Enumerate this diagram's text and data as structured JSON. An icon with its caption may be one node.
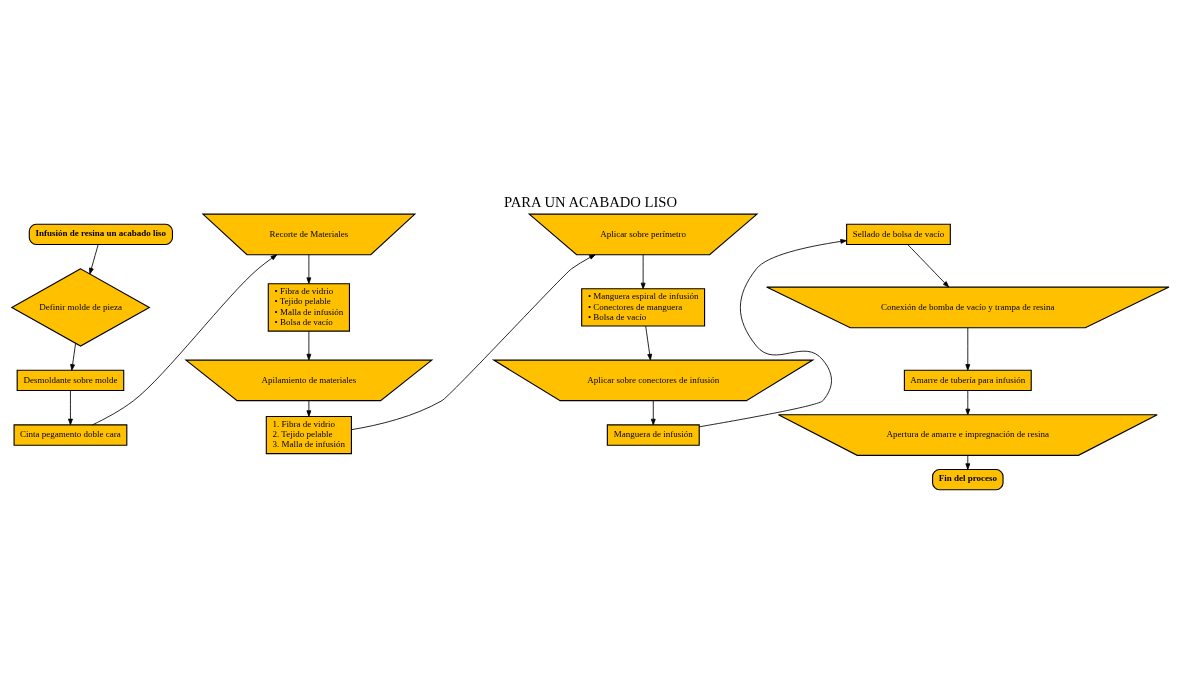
{
  "diagram": {
    "title": "PARA UN ACABADO LISO",
    "nodes": [
      {
        "text": [
          "Infusión de resina un acabado liso"
        ]
      },
      {
        "text": [
          "Definir molde de pieza"
        ]
      },
      {
        "text": [
          "Desmoldante sobre molde"
        ]
      },
      {
        "text": [
          "Cinta pegamento doble cara"
        ]
      },
      {
        "text": [
          "Recorte de Materiales"
        ]
      },
      {
        "text": [
          "• Fibra de vidrio",
          "• Tejido pelable",
          "• Malla de infusión",
          "• Bolsa de vacío"
        ]
      },
      {
        "text": [
          "Apilamiento de materiales"
        ]
      },
      {
        "text": [
          "1. Fibra de vidrio",
          "2. Tejido pelable",
          "3. Malla de infusión"
        ]
      },
      {
        "text": [
          "Aplicar sobre perímetro"
        ]
      },
      {
        "text": [
          "• Manguera espiral de infusión",
          "• Conectores de manguera",
          "• Bolsa de vacío"
        ]
      },
      {
        "text": [
          "Aplicar sobre conectores de infusión"
        ]
      },
      {
        "text": [
          "Manguera de infusión"
        ]
      },
      {
        "text": [
          "Sellado de bolsa de vacío"
        ]
      },
      {
        "text": [
          "Conexión de bomba de vacío y trampa de resina"
        ]
      },
      {
        "text": [
          "Amarre de tubería para infusión"
        ]
      },
      {
        "text": [
          "Apertura de amarre e impregnación de resina"
        ]
      },
      {
        "text": [
          "Fin del proceso"
        ]
      }
    ],
    "edges": [
      {
        "from": 0,
        "to": 1,
        "arrow": "to"
      },
      {
        "from": 1,
        "to": 2,
        "arrow": "to"
      },
      {
        "from": 2,
        "to": 3,
        "arrow": "to"
      },
      {
        "from": 3,
        "to": 4,
        "arrow": "to"
      },
      {
        "from": 4,
        "to": 5,
        "arrow": "to"
      },
      {
        "from": 5,
        "to": 6,
        "arrow": "to"
      },
      {
        "from": 6,
        "to": 7,
        "arrow": "to"
      },
      {
        "from": 7,
        "to": 8,
        "arrow": "to"
      },
      {
        "from": 8,
        "to": 9,
        "arrow": "to"
      },
      {
        "from": 9,
        "to": 10,
        "arrow": "to"
      },
      {
        "from": 10,
        "to": 11,
        "arrow": "to"
      },
      {
        "from": 11,
        "to": 12,
        "arrow": "to"
      },
      {
        "from": 12,
        "to": 13,
        "arrow": "to"
      },
      {
        "from": 13,
        "to": 14,
        "arrow": "to"
      },
      {
        "from": 14,
        "to": 15,
        "arrow": "to"
      },
      {
        "from": 15,
        "to": 16,
        "arrow": "to"
      }
    ]
  }
}
